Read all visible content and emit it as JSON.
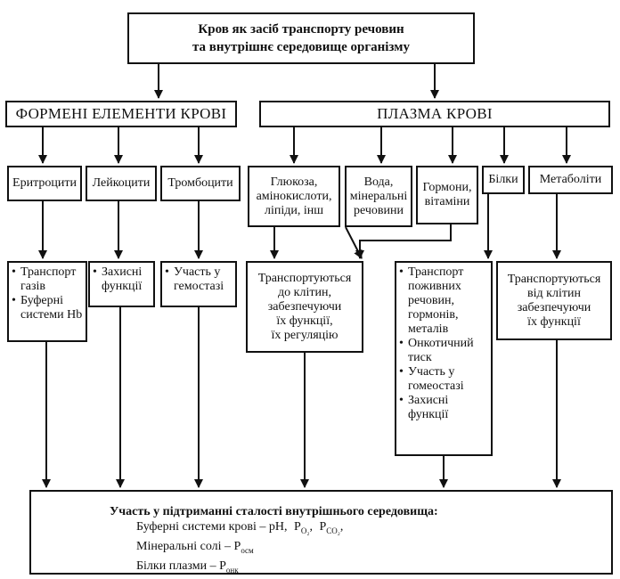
{
  "title": {
    "line1": "Кров як засіб транспорту речовин",
    "line2": "та внутрішнє середовище організму"
  },
  "formed": {
    "header": "ФОРМЕНІ ЕЛЕМЕНТИ КРОВІ",
    "cells": [
      "Еритроцити",
      "Лейкоцити",
      "Тромбоцити"
    ],
    "erythro_functions": [
      "Транспорт газів",
      "Буферні системи Hb"
    ],
    "leuko_functions": [
      "Захисні функції"
    ],
    "thrombo_functions": [
      "Участь у гемостазі"
    ]
  },
  "plasma": {
    "header": "ПЛАЗМА КРОВІ",
    "components": {
      "glucose": [
        "Глюкоза,",
        "амінокислоти,",
        "ліпіди, інш"
      ],
      "water": [
        "Вода,",
        "мінеральні",
        "речовини"
      ],
      "hormones": [
        "Гормони,",
        "вітаміни"
      ],
      "proteins": "Білки",
      "metabolites": "Метаболіти"
    },
    "transport_to_cells": [
      "Транспортуються",
      "до клітин,",
      "забезпечуючи",
      "їх функції,",
      "їх регуляцію"
    ],
    "protein_functions": [
      "Транспорт поживних речовин, гормонів, металів",
      "Онкотичний тиск",
      "Участь у гомеостазі",
      "Захисні функції"
    ],
    "transport_from_cells": [
      "Транспортуються",
      "від клітин",
      "забезпечуючи",
      "їх функції"
    ]
  },
  "bottom": {
    "heading": "Участь у підтриманні сталості внутрішнього середовища:",
    "buffer_label": "Буферні системи крові – pH,",
    "buffer_p1": "P",
    "buffer_p1_sub": "O₂",
    "buffer_p2": "P",
    "buffer_p2_sub": "CO₂",
    "salts_label": "Мінеральні солі – P",
    "salts_sub": "осм",
    "proteins_label": "Білки плазми – P",
    "proteins_sub": "онк"
  }
}
